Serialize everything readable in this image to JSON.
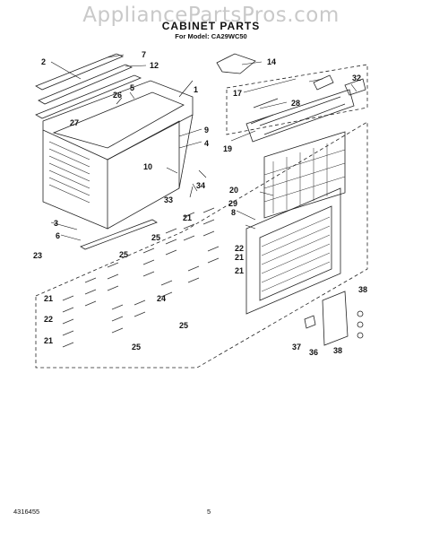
{
  "watermark": "AppliancePartsPros.com",
  "title": "CABINET PARTS",
  "subtitle": "For Model: CA29WC50",
  "footer": {
    "doc_number": "4316455",
    "page": "5"
  },
  "callouts": {
    "c1": "1",
    "c2": "2",
    "c3": "3",
    "c4": "4",
    "c5": "5",
    "c6": "6",
    "c7": "7",
    "c8": "8",
    "c9": "9",
    "c10": "10",
    "c12": "12",
    "c14": "14",
    "c17": "17",
    "c19": "19",
    "c20": "20",
    "c21a": "21",
    "c21b": "21",
    "c21c": "21",
    "c21d": "21",
    "c21e": "21",
    "c22a": "22",
    "c22b": "22",
    "c23": "23",
    "c24": "24",
    "c25a": "25",
    "c25b": "25",
    "c25c": "25",
    "c25d": "25",
    "c26": "26",
    "c27": "27",
    "c28": "28",
    "c29": "29",
    "c32": "32",
    "c33": "33",
    "c34": "34",
    "c36": "36",
    "c37": "37",
    "c38a": "38",
    "c38b": "38"
  }
}
